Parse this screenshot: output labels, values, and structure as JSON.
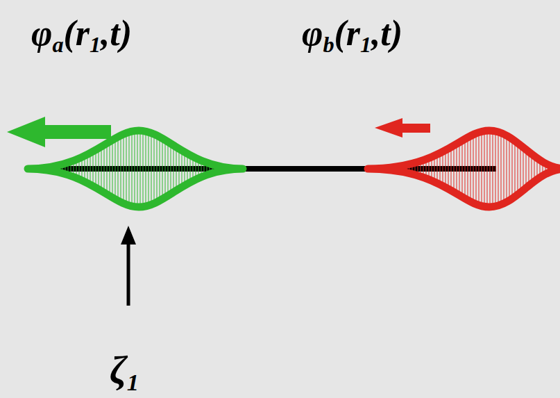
{
  "diagram": {
    "labels": [
      "φa(r1,t)",
      "φb(r1,t)",
      "ζ1"
    ]
  }
}
